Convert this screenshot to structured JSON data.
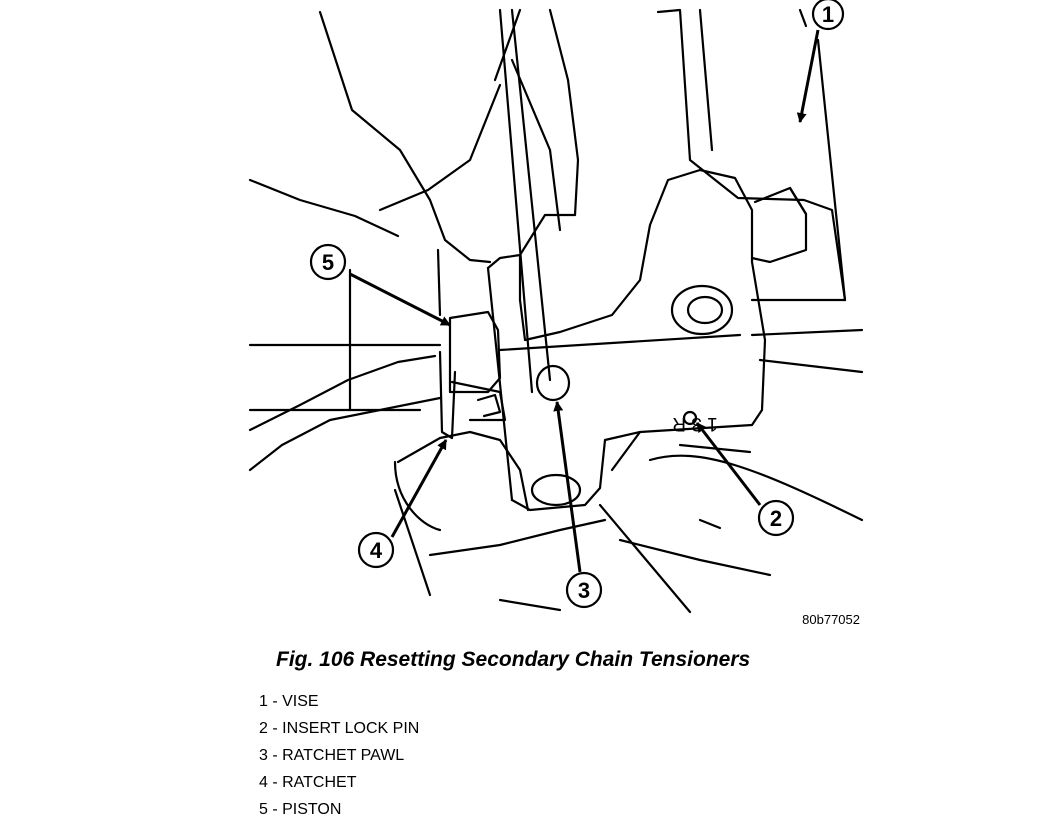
{
  "figure": {
    "code": "80b77052",
    "caption": "Fig. 106 Resetting Secondary Chain Tensioners",
    "stamp": "1 3 R",
    "callouts": [
      "1",
      "2",
      "3",
      "4",
      "5"
    ],
    "legend": [
      "1 - VISE",
      "2 - INSERT LOCK PIN",
      "3 - RATCHET PAWL",
      "4 - RATCHET",
      "5 - PISTON"
    ]
  }
}
